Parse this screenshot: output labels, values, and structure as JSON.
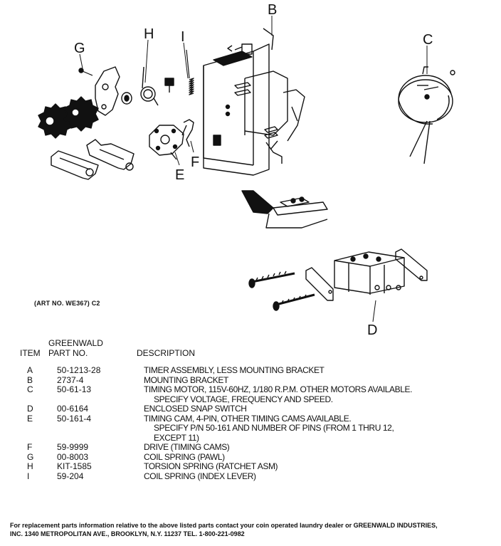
{
  "diagram": {
    "callouts": [
      "B",
      "C",
      "H",
      "I",
      "G",
      "E",
      "F",
      "D"
    ]
  },
  "art_number": "(ART NO. WE367) C2",
  "table": {
    "header_item": "ITEM",
    "header_part_line1": "GREENWALD",
    "header_part_line2": "PART NO.",
    "header_description": "DESCRIPTION",
    "rows": [
      {
        "item": "A",
        "part": "50-1213-28",
        "desc": "TIMER ASSEMBLY, LESS MOUNTING BRACKET",
        "desc2": ""
      },
      {
        "item": "B",
        "part": "2737-4",
        "desc": "MOUNTING BRACKET",
        "desc2": ""
      },
      {
        "item": "C",
        "part": "50-61-13",
        "desc": "TIMING MOTOR, 115V-60HZ, 1/180 R.P.M. OTHER MOTORS AVAILABLE.",
        "desc2": "SPECIFY VOLTAGE, FREQUENCY AND SPEED."
      },
      {
        "item": "D",
        "part": "00-6164",
        "desc": "ENCLOSED SNAP SWITCH",
        "desc2": ""
      },
      {
        "item": "E",
        "part": "50-161-4",
        "desc": "TIMING CAM, 4-PIN, OTHER TIMING CAMS AVAILABLE.",
        "desc2": "SPECIFY P/N 50-161 AND NUMBER OF PINS (FROM 1 THRU 12,",
        "desc3": "EXCEPT 11)"
      },
      {
        "item": "F",
        "part": "59-9999",
        "desc": "DRIVE (TIMING CAMS)",
        "desc2": ""
      },
      {
        "item": "G",
        "part": "00-8003",
        "desc": "COIL SPRING (PAWL)",
        "desc2": ""
      },
      {
        "item": "H",
        "part": "KIT-1585",
        "desc": "TORSION SPRING (RATCHET ASM)",
        "desc2": ""
      },
      {
        "item": "I",
        "part": "59-204",
        "desc": "COIL SPRING (INDEX LEVER)",
        "desc2": ""
      }
    ]
  },
  "footer": {
    "line1": "For replacement parts information relative to the above listed parts contact your coin operated laundry dealer or GREENWALD INDUSTRIES,",
    "line2": "INC. 1340 METROPOLITAN AVE., BROOKLYN, N.Y. 11237 TEL. 1-800-221-0982"
  }
}
